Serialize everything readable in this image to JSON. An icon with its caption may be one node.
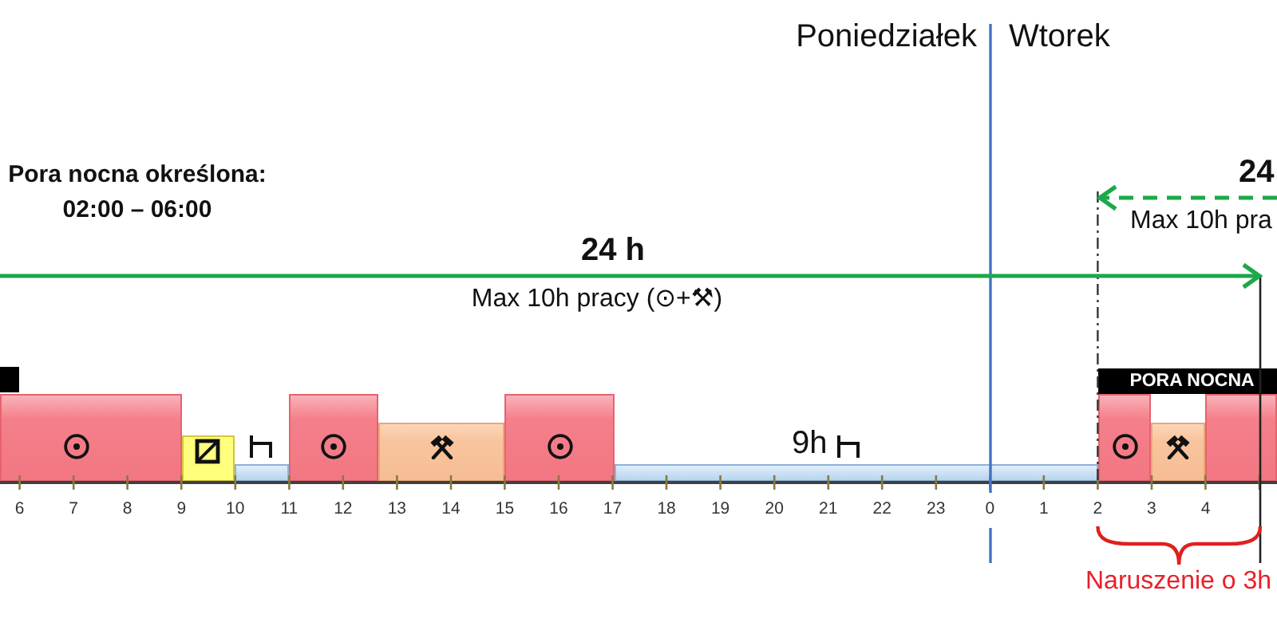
{
  "diagram": {
    "nodes": [
      {
        "text": [],
        "shape": "box"
      },
      {
        "text": [
          "PORA NOCNA"
        ]
      },
      {
        "text": [],
        "shape": "box"
      },
      {
        "text": [],
        "shape": "box"
      },
      {
        "text": [],
        "shape": "box"
      },
      {
        "text": [],
        "shape": "box"
      },
      {
        "text": [],
        "shape": "box"
      },
      {
        "text": [],
        "shape": "box"
      },
      {
        "text": [],
        "shape": "box",
        "beside": [
          "9h"
        ]
      },
      {
        "text": [],
        "shape": "box"
      },
      {
        "text": [],
        "shape": "box"
      },
      {
        "text": [],
        "shape": "box"
      }
    ],
    "labels": [
      "Poniedziałek",
      "Wtorek",
      "Pora nocna określona: 02:00 – 06:00",
      "24",
      "Max 10h pra",
      "24 h",
      "Max 10h pracy (⊙+⚒)",
      "6",
      "7",
      "8",
      "9",
      "10",
      "11",
      "12",
      "13",
      "14",
      "15",
      "16",
      "17",
      "18",
      "19",
      "20",
      "21",
      "22",
      "23",
      "0",
      "1",
      "2",
      "3",
      "4",
      "Naruszenie o 3h"
    ]
  }
}
